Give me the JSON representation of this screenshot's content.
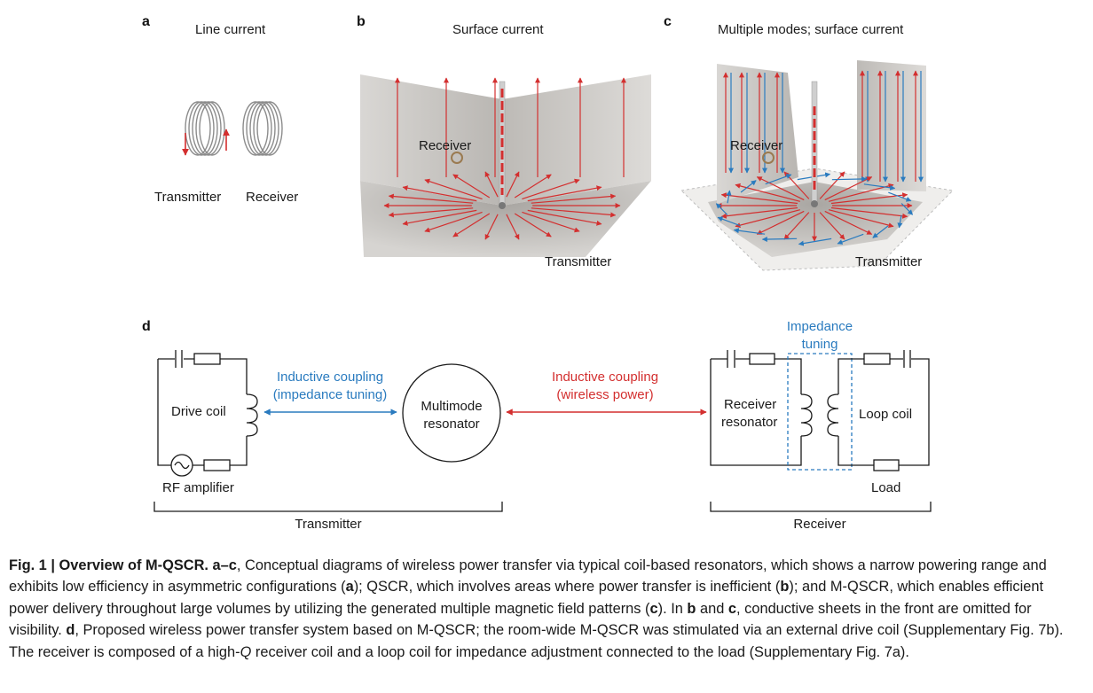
{
  "panels": {
    "a": {
      "letter": "a",
      "title": "Line current",
      "transmitter": "Transmitter",
      "receiver": "Receiver"
    },
    "b": {
      "letter": "b",
      "title": "Surface current",
      "receiver": "Receiver",
      "transmitter": "Transmitter"
    },
    "c": {
      "letter": "c",
      "title": "Multiple modes; surface current",
      "receiver": "Receiver",
      "transmitter": "Transmitter"
    },
    "d": {
      "letter": "d",
      "drive_coil": "Drive coil",
      "rf_amplifier": "RF amplifier",
      "coupling1_line1": "Inductive coupling",
      "coupling1_line2": "(impedance tuning)",
      "resonator_line1": "Multimode",
      "resonator_line2": "resonator",
      "coupling2_line1": "Inductive coupling",
      "coupling2_line2": "(wireless power)",
      "impedance_line1": "Impedance",
      "impedance_line2": "tuning",
      "receiver_res_line1": "Receiver",
      "receiver_res_line2": "resonator",
      "loop_coil": "Loop coil",
      "load": "Load",
      "transmitter_bracket": "Transmitter",
      "receiver_bracket": "Receiver"
    }
  },
  "caption": {
    "s1": "Fig. 1 | Overview of M-QSCR. ",
    "s2": "a",
    "s3": "–",
    "s4": "c",
    "s5": ", Conceptual diagrams of wireless power transfer via typical coil-based resonators, which shows a narrow powering range and exhibits low efficiency in asymmetric configurations (",
    "s6": "a",
    "s7": "); QSCR, which involves areas where power transfer is inefficient (",
    "s8": "b",
    "s9": "); and M-QSCR, which enables efficient power delivery throughout large volumes by utilizing the generated multiple magnetic field patterns (",
    "s10": "c",
    "s11": "). In ",
    "s12": "b",
    "s13": " and ",
    "s14": "c",
    "s15": ", conductive sheets in the front are omitted for visibility. ",
    "s16": "d",
    "s17": ", Proposed wireless power transfer system based on M-QSCR; the room-wide M-QSCR was stimulated via an external drive coil (Supplementary Fig. 7b). The receiver is composed of a high-",
    "s18": "Q",
    "s19": " receiver coil and a loop coil for impedance adjustment connected to the load (Supplementary Fig. 7a)."
  },
  "colors": {
    "red": "#d32f2f",
    "blue": "#2a7bbf",
    "wall": "#c9c6c2",
    "floor": "#bdbab5"
  }
}
